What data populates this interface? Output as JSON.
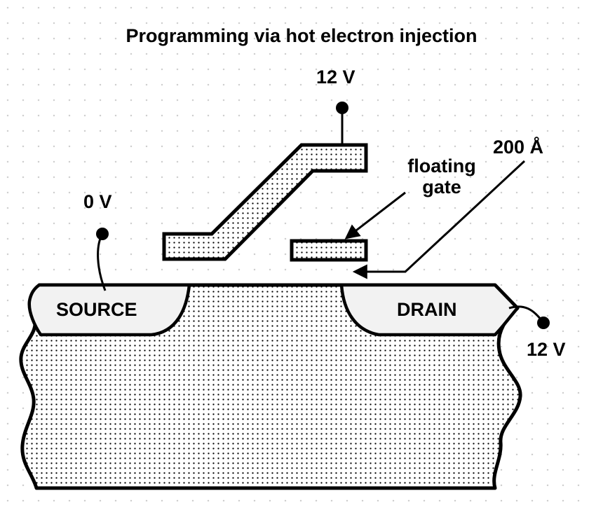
{
  "title": "Programming via hot electron injection",
  "gate": {
    "voltage": "12 V"
  },
  "source": {
    "label": "SOURCE",
    "voltage": "0 V"
  },
  "drain": {
    "label": "DRAIN",
    "voltage": "12 V"
  },
  "floating_gate": {
    "label_line1": "floating",
    "label_line2": "gate"
  },
  "oxide": {
    "thickness": "200 Å"
  },
  "colors": {
    "outline": "#000000",
    "region_fill": "#f2f2f2",
    "dot": "#000000"
  }
}
